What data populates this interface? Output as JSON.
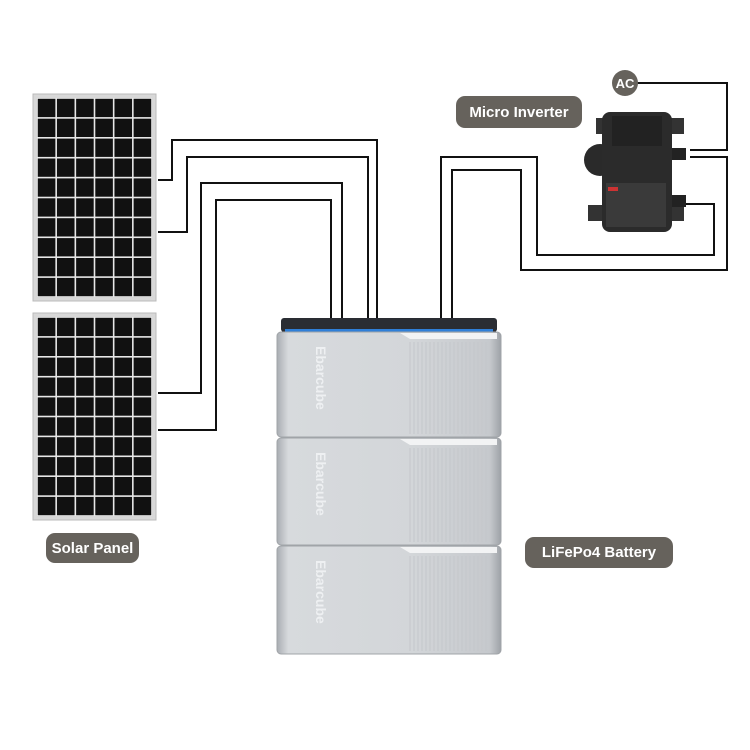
{
  "labels": {
    "micro_inverter": "Micro Inverter",
    "ac": "AC",
    "solar_panel": "Solar Panel",
    "battery": "LiFePo4 Battery"
  },
  "battery": {
    "modules": 3,
    "logo_text": "Ebarcube",
    "accent_color": "#2f7fd8"
  },
  "solar_panels": {
    "count": 2,
    "cell_columns": 6,
    "cell_rows": 10
  },
  "colors": {
    "label_bg": "#66625c",
    "wire": "#111111"
  }
}
